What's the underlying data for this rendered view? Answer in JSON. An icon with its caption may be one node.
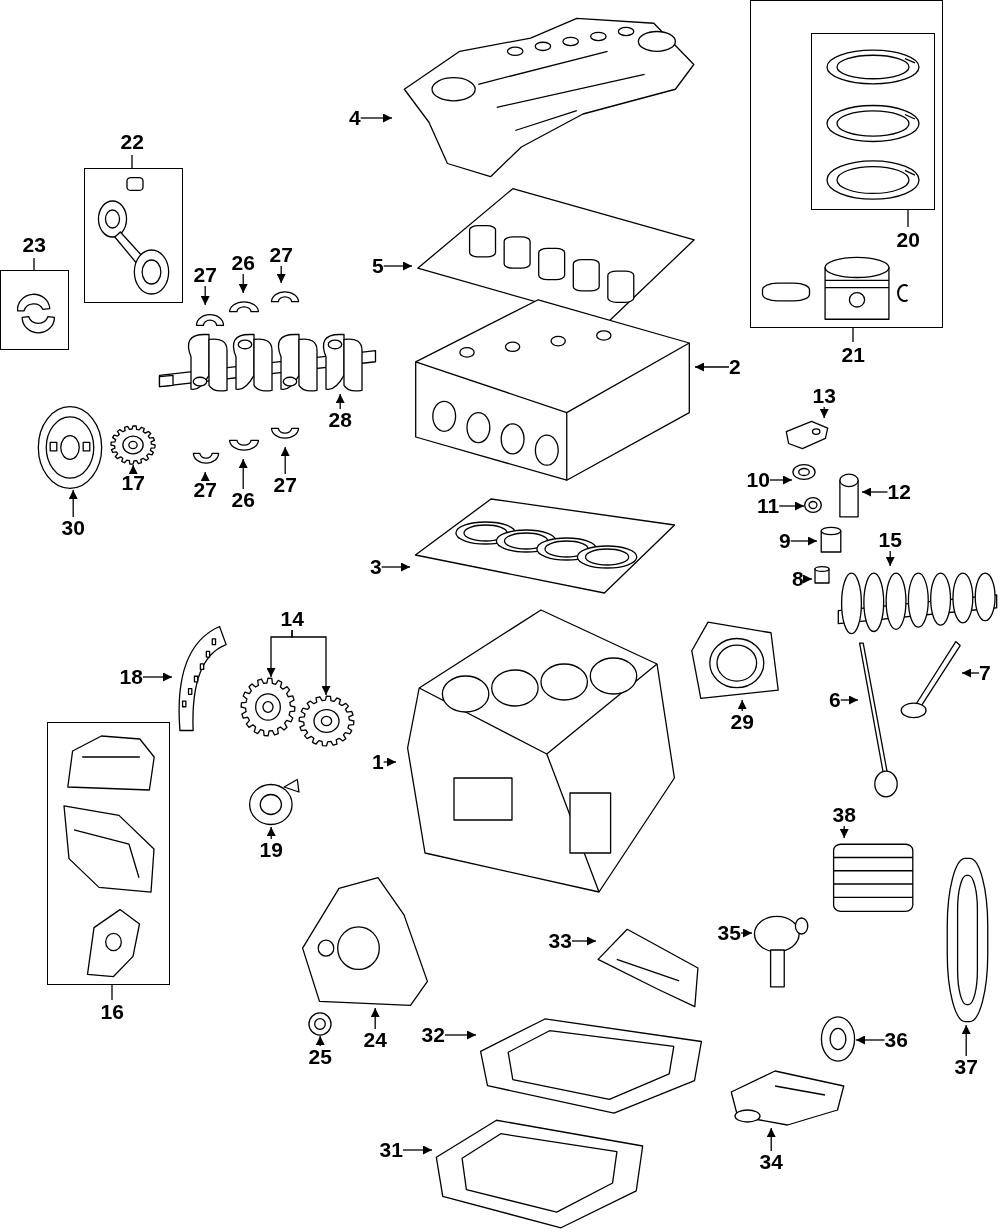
{
  "diagram": {
    "nodes": [
      {
        "text": [
          "21"
        ]
      },
      {
        "text": [
          "20"
        ],
        "in": 0
      },
      {
        "text": [
          "22"
        ]
      },
      {
        "text": [
          "23"
        ]
      },
      {
        "text": [
          "16"
        ]
      },
      {
        "text": [
          "4"
        ]
      },
      {
        "text": [],
        "shape": "picture"
      },
      {
        "text": [
          "5"
        ]
      },
      {
        "text": [],
        "shape": "picture"
      },
      {
        "text": [
          "2"
        ]
      },
      {
        "text": [],
        "shape": "picture"
      },
      {
        "text": [
          "13"
        ]
      },
      {
        "text": [],
        "shape": "picture"
      },
      {
        "text": [
          "10"
        ]
      },
      {
        "text": [],
        "shape": "picture"
      },
      {
        "text": [
          "12"
        ]
      },
      {
        "text": [],
        "shape": "cylinder"
      },
      {
        "text": [
          "11"
        ]
      },
      {
        "text": [],
        "shape": "picture"
      },
      {
        "text": [
          "9"
        ]
      },
      {
        "text": [],
        "shape": "cylinder"
      },
      {
        "text": [
          "15"
        ]
      },
      {
        "text": [],
        "shape": "picture"
      },
      {
        "text": [
          "8"
        ]
      },
      {
        "text": [],
        "shape": "cylinder"
      },
      {
        "text": [
          "3"
        ]
      },
      {
        "text": [],
        "shape": "picture"
      },
      {
        "text": [
          "7"
        ]
      },
      {
        "text": [],
        "shape": "picture"
      },
      {
        "text": [
          "6"
        ]
      },
      {
        "text": [],
        "shape": "picture"
      },
      {
        "text": [
          "29"
        ]
      },
      {
        "text": [],
        "shape": "picture"
      },
      {
        "text": [
          "1"
        ]
      },
      {
        "text": [],
        "shape": "picture"
      },
      {
        "text": [
          "14"
        ]
      },
      {
        "text": [],
        "shape": "picture"
      },
      {
        "text": [],
        "shape": "picture"
      },
      {
        "text": [
          "18"
        ]
      },
      {
        "text": [],
        "shape": "picture"
      },
      {
        "text": [
          "19"
        ]
      },
      {
        "text": [],
        "shape": "picture"
      },
      {
        "text": [
          "27"
        ]
      },
      {
        "text": [],
        "shape": "picture"
      },
      {
        "text": [
          "26"
        ]
      },
      {
        "text": [],
        "shape": "picture"
      },
      {
        "text": [
          "27"
        ]
      },
      {
        "text": [],
        "shape": "picture"
      },
      {
        "text": [
          "28"
        ]
      },
      {
        "text": [],
        "shape": "picture"
      },
      {
        "text": [
          "17"
        ]
      },
      {
        "text": [],
        "shape": "picture"
      },
      {
        "text": [
          "30"
        ]
      },
      {
        "text": [],
        "shape": "picture"
      },
      {
        "text": [
          "27"
        ]
      },
      {
        "text": [],
        "shape": "picture"
      },
      {
        "text": [
          "26"
        ]
      },
      {
        "text": [],
        "shape": "picture"
      },
      {
        "text": [
          "27"
        ]
      },
      {
        "text": [],
        "shape": "picture"
      },
      {
        "text": [
          "38"
        ]
      },
      {
        "text": [],
        "shape": "picture"
      },
      {
        "text": [
          "35"
        ]
      },
      {
        "text": [],
        "shape": "picture"
      },
      {
        "text": [
          "33"
        ]
      },
      {
        "text": [],
        "shape": "picture"
      },
      {
        "text": [
          "24"
        ]
      },
      {
        "text": [],
        "shape": "picture"
      },
      {
        "text": [
          "25"
        ]
      },
      {
        "text": [],
        "shape": "picture"
      },
      {
        "text": [
          "32"
        ]
      },
      {
        "text": [],
        "shape": "picture"
      },
      {
        "text": [
          "36"
        ]
      },
      {
        "text": [],
        "shape": "picture"
      },
      {
        "text": [
          "37"
        ]
      },
      {
        "text": [],
        "shape": "picture"
      },
      {
        "text": [
          "31"
        ]
      },
      {
        "text": [],
        "shape": "picture"
      },
      {
        "text": [
          "34"
        ]
      },
      {
        "text": [],
        "shape": "picture"
      }
    ],
    "edges": [
      {
        "from": 5,
        "to": 6,
        "arrow": "to"
      },
      {
        "from": 7,
        "to": 8,
        "arrow": "to"
      },
      {
        "from": 9,
        "to": 10,
        "arrow": "to"
      },
      {
        "from": 11,
        "to": 12,
        "arrow": "to"
      },
      {
        "from": 13,
        "to": 14,
        "arrow": "to"
      },
      {
        "from": 15,
        "to": 16,
        "arrow": "to"
      },
      {
        "from": 17,
        "to": 18,
        "arrow": "to"
      },
      {
        "from": 19,
        "to": 20,
        "arrow": "to"
      },
      {
        "from": 21,
        "to": 22,
        "arrow": "to"
      },
      {
        "from": 23,
        "to": 24,
        "arrow": "to"
      },
      {
        "from": 25,
        "to": 26,
        "arrow": "to"
      },
      {
        "from": 27,
        "to": 28,
        "arrow": "to"
      },
      {
        "from": 29,
        "to": 30,
        "arrow": "to"
      },
      {
        "from": 31,
        "to": 32,
        "arrow": "to"
      },
      {
        "from": 33,
        "to": 34,
        "arrow": "to"
      },
      {
        "from": 35,
        "to": 36,
        "arrow": "to"
      },
      {
        "from": 35,
        "to": 37,
        "arrow": "to"
      },
      {
        "from": 38,
        "to": 39,
        "arrow": "to"
      },
      {
        "from": 40,
        "to": 41,
        "arrow": "to"
      },
      {
        "from": 42,
        "to": 43,
        "arrow": "to"
      },
      {
        "from": 44,
        "to": 45,
        "arrow": "to"
      },
      {
        "from": 46,
        "to": 47,
        "arrow": "to"
      },
      {
        "from": 48,
        "to": 49,
        "arrow": "to"
      },
      {
        "from": 50,
        "to": 51,
        "arrow": "to"
      },
      {
        "from": 52,
        "to": 53,
        "arrow": "to"
      },
      {
        "from": 54,
        "to": 55,
        "arrow": "to"
      },
      {
        "from": 56,
        "to": 57,
        "arrow": "to"
      },
      {
        "from": 58,
        "to": 59,
        "arrow": "to"
      },
      {
        "from": 60,
        "to": 61,
        "arrow": "to"
      },
      {
        "from": 62,
        "to": 63,
        "arrow": "to"
      },
      {
        "from": 64,
        "to": 65,
        "arrow": "to"
      },
      {
        "from": 66,
        "to": 67,
        "arrow": "to"
      },
      {
        "from": 68,
        "to": 69,
        "arrow": "to"
      },
      {
        "from": 70,
        "to": 71,
        "arrow": "to"
      },
      {
        "from": 72,
        "to": 73,
        "arrow": "to"
      },
      {
        "from": 74,
        "to": 75,
        "arrow": "to"
      },
      {
        "from": 76,
        "to": 77,
        "arrow": "to"
      },
      {
        "from": 78,
        "to": 79,
        "arrow": "to"
      }
    ]
  }
}
